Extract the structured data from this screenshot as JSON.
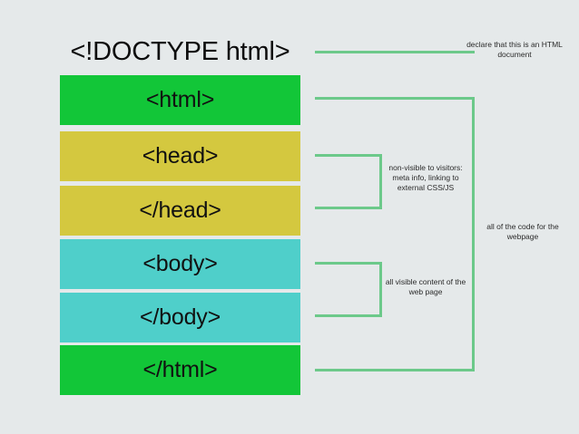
{
  "slide": {
    "background_color": "#e5e9ea",
    "title_tag": "<!DOCTYPE html>"
  },
  "colors": {
    "green": "#12c638",
    "yellow": "#d4c83f",
    "teal": "#4fcfca",
    "line": "#6cc98a",
    "text": "#111111",
    "note_text": "#2b2b2b"
  },
  "bars": [
    {
      "label": "<html>",
      "color_name": "green"
    },
    {
      "label": "<head>",
      "color_name": "yellow"
    },
    {
      "label": "</head>",
      "color_name": "yellow"
    },
    {
      "label": "<body>",
      "color_name": "teal"
    },
    {
      "label": "</body>",
      "color_name": "teal"
    },
    {
      "label": "</html>",
      "color_name": "green"
    }
  ],
  "annotations": {
    "doctype": "declare that this is an HTML document",
    "head": "non-visible to visitors: meta info, linking to external CSS/JS",
    "html_all": "all of the code for the webpage",
    "body": "all visible content of the web page"
  }
}
